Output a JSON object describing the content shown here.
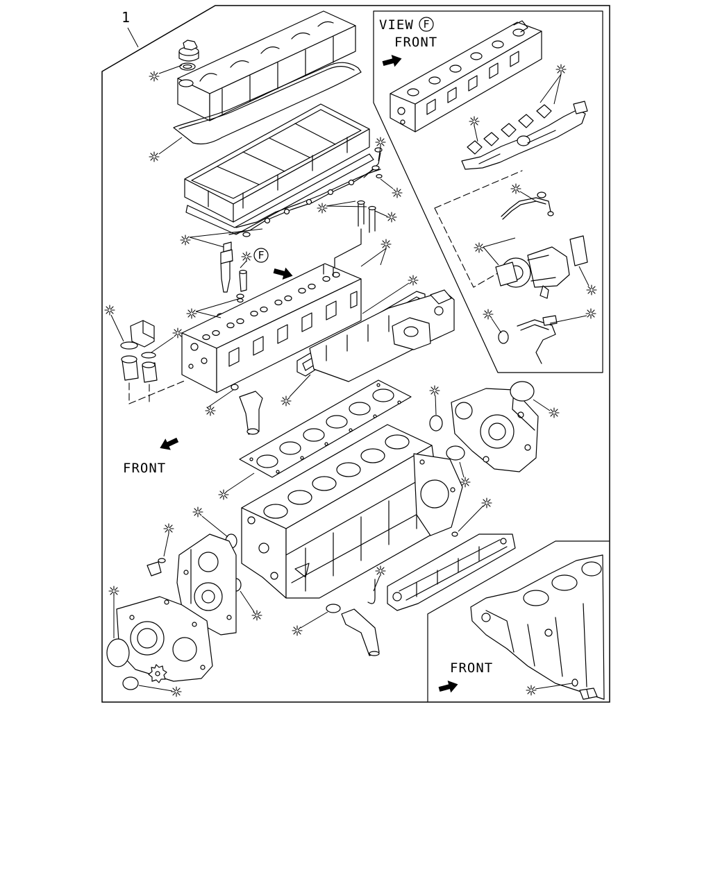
{
  "figure": {
    "callout_number": "1",
    "view_label": "VIEW",
    "view_ref": "F",
    "section_ref": "F",
    "front_labels": {
      "view_inset": "FRONT",
      "main": "FRONT",
      "block_inset": "FRONT"
    }
  },
  "icons": {
    "kit_marker": "asterisk-marker-icon",
    "direction_arrow": "front-arrow-icon",
    "view_reference": "circled-letter-icon"
  },
  "colors": {
    "line": "#000000",
    "background": "#ffffff"
  }
}
